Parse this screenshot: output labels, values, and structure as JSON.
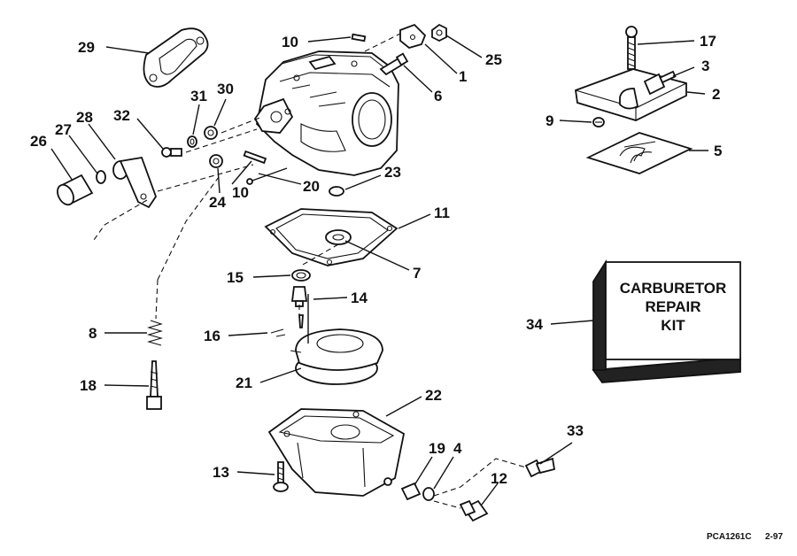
{
  "diagram": {
    "code": "PCA1261C",
    "date": "2-97",
    "kit_lines": [
      "CARBURETOR",
      "REPAIR",
      "KIT"
    ],
    "labels": {
      "p1": "1",
      "p2": "2",
      "p3": "3",
      "p4": "4",
      "p5": "5",
      "p6": "6",
      "p7": "7",
      "p8": "8",
      "p9": "9",
      "p10a": "10",
      "p10b": "10",
      "p11": "11",
      "p12": "12",
      "p13": "13",
      "p14": "14",
      "p15": "15",
      "p16": "16",
      "p17": "17",
      "p18": "18",
      "p19": "19",
      "p20": "20",
      "p21": "21",
      "p22": "22",
      "p23": "23",
      "p24": "24",
      "p25": "25",
      "p26": "26",
      "p27": "27",
      "p28": "28",
      "p29": "29",
      "p30": "30",
      "p31": "31",
      "p32": "32",
      "p33": "33",
      "p34": "34"
    }
  }
}
